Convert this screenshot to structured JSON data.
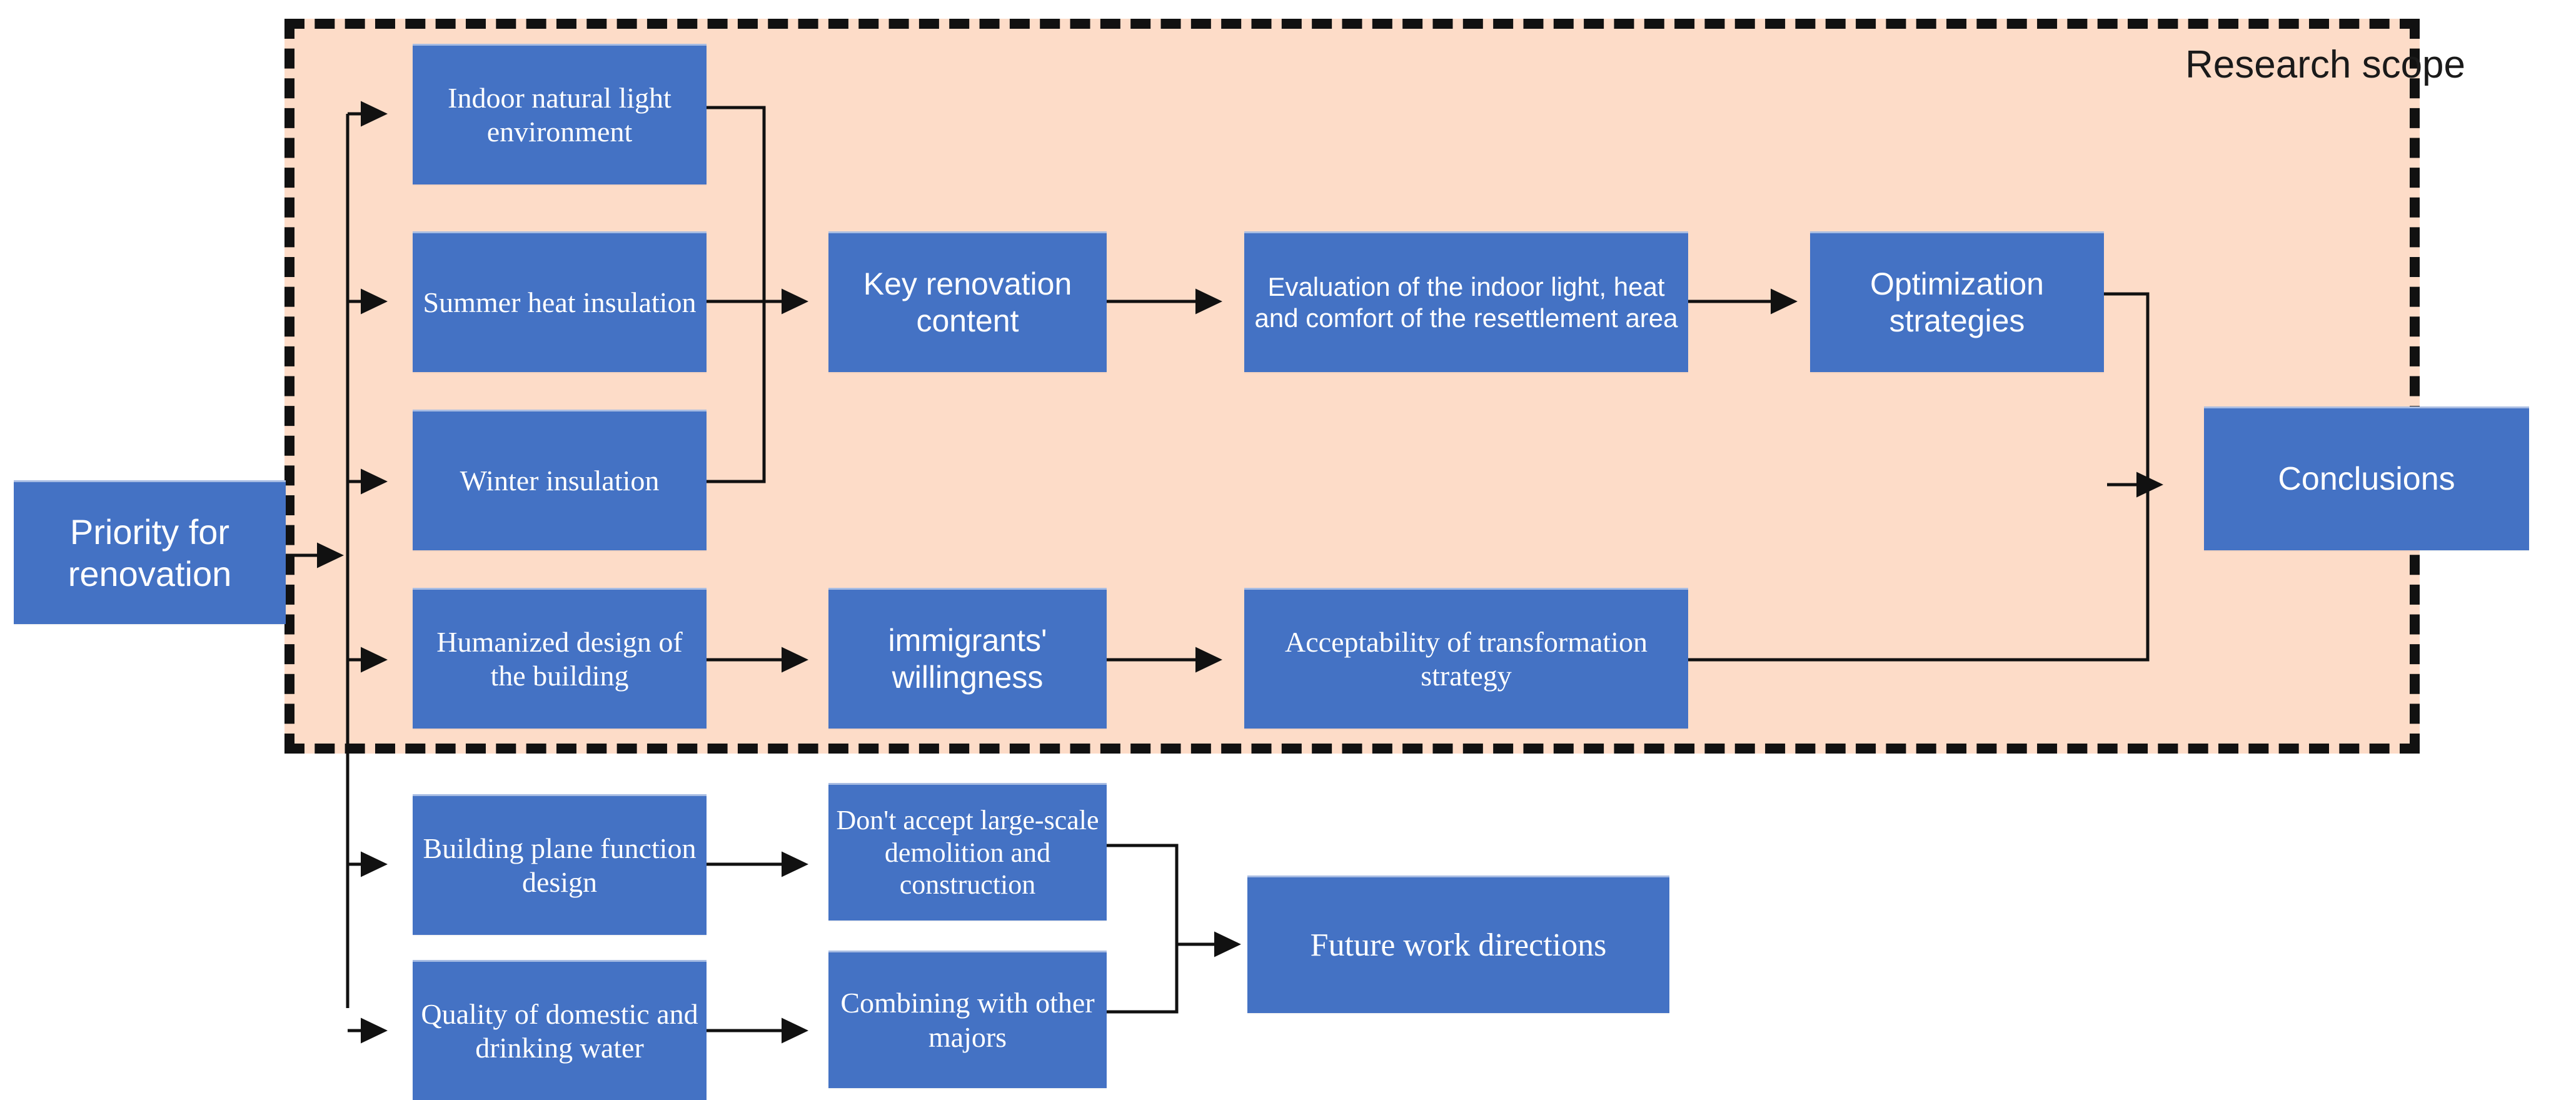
{
  "diagram": {
    "title": "Research framework flowchart",
    "scope": {
      "label": "Research scope"
    },
    "colors": {
      "node_fill": "#4472C4",
      "node_text": "#FFFFFF",
      "scope_fill": "#FDDCC8",
      "scope_border": "#111111",
      "connector": "#111111",
      "canvas": "#FFFFFF"
    },
    "nodes": {
      "priority": "Priority for renovation",
      "indoor_light": "Indoor natural light environment",
      "summer_heat": "Summer heat insulation",
      "winter_insulation": "Winter insulation",
      "humanized_design": "Humanized design of the building",
      "key_renovation": "Key renovation content",
      "evaluation": "Evaluation of the indoor light, heat and comfort of the resettlement area",
      "optimization": "Optimization strategies",
      "conclusions": "Conclusions",
      "immigrants_willingness": "immigrants' willingness",
      "acceptability": "Acceptability of transformation strategy",
      "building_plane": "Building plane function design",
      "no_large_demolition": "Don't accept large-scale demolition and construction",
      "water_quality": "Quality of domestic and drinking water",
      "combining_majors": "Combining with other majors",
      "future_work": "Future work directions"
    },
    "flows": [
      "Priority for renovation -> Indoor natural light environment",
      "Priority for renovation -> Summer heat insulation",
      "Priority for renovation -> Winter insulation",
      "Priority for renovation -> Humanized design of the building",
      "Priority for renovation -> Building plane function design",
      "Priority for renovation -> Quality of domestic and drinking water",
      "Indoor natural light environment -> Key renovation content",
      "Summer heat insulation -> Key renovation content",
      "Winter insulation -> Key renovation content",
      "Key renovation content -> Evaluation of the indoor light, heat and comfort of the resettlement area",
      "Evaluation of the indoor light, heat and comfort of the resettlement area -> Optimization strategies",
      "Optimization strategies -> Conclusions",
      "Humanized design of the building -> immigrants' willingness",
      "immigrants' willingness -> Acceptability of transformation strategy",
      "Acceptability of transformation strategy -> Conclusions",
      "Building plane function design -> Don't accept large-scale demolition and construction",
      "Quality of domestic and drinking water -> Combining with other majors",
      "Don't accept large-scale demolition and construction -> Future work directions",
      "Combining with other majors -> Future work directions"
    ]
  }
}
